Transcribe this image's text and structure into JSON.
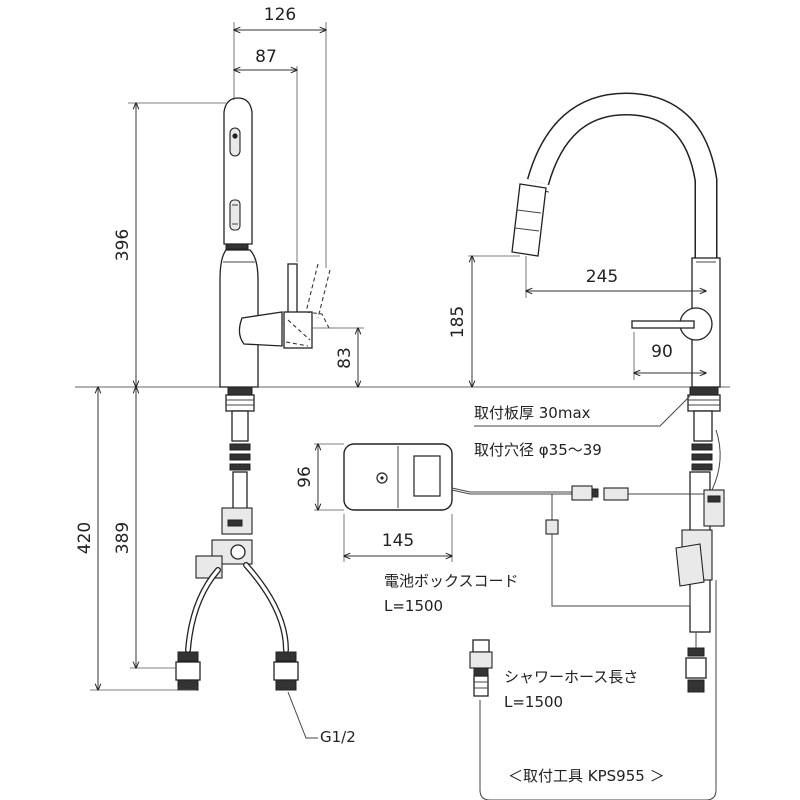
{
  "dimensions": {
    "spout_reach_side": "126",
    "lever_reach": "87",
    "height_total": "396",
    "lever_height": "83",
    "under_counter_total": "420",
    "under_counter_body": "389",
    "spout_height_front": "185",
    "spout_reach_front": "245",
    "lever_offset_front": "90",
    "battery_box_height": "96",
    "battery_box_width": "145"
  },
  "notes": {
    "mount_thickness": "取付板厚 30max",
    "mount_hole": "取付穴径 φ35～39",
    "battery_cord_title": "電池ボックスコード",
    "battery_cord_length": "L=1500",
    "shower_hose_title": "シャワーホース長さ",
    "shower_hose_length": "L=1500",
    "thread": "G1/2",
    "tool": "＜取付工具 KPS955 ＞"
  }
}
